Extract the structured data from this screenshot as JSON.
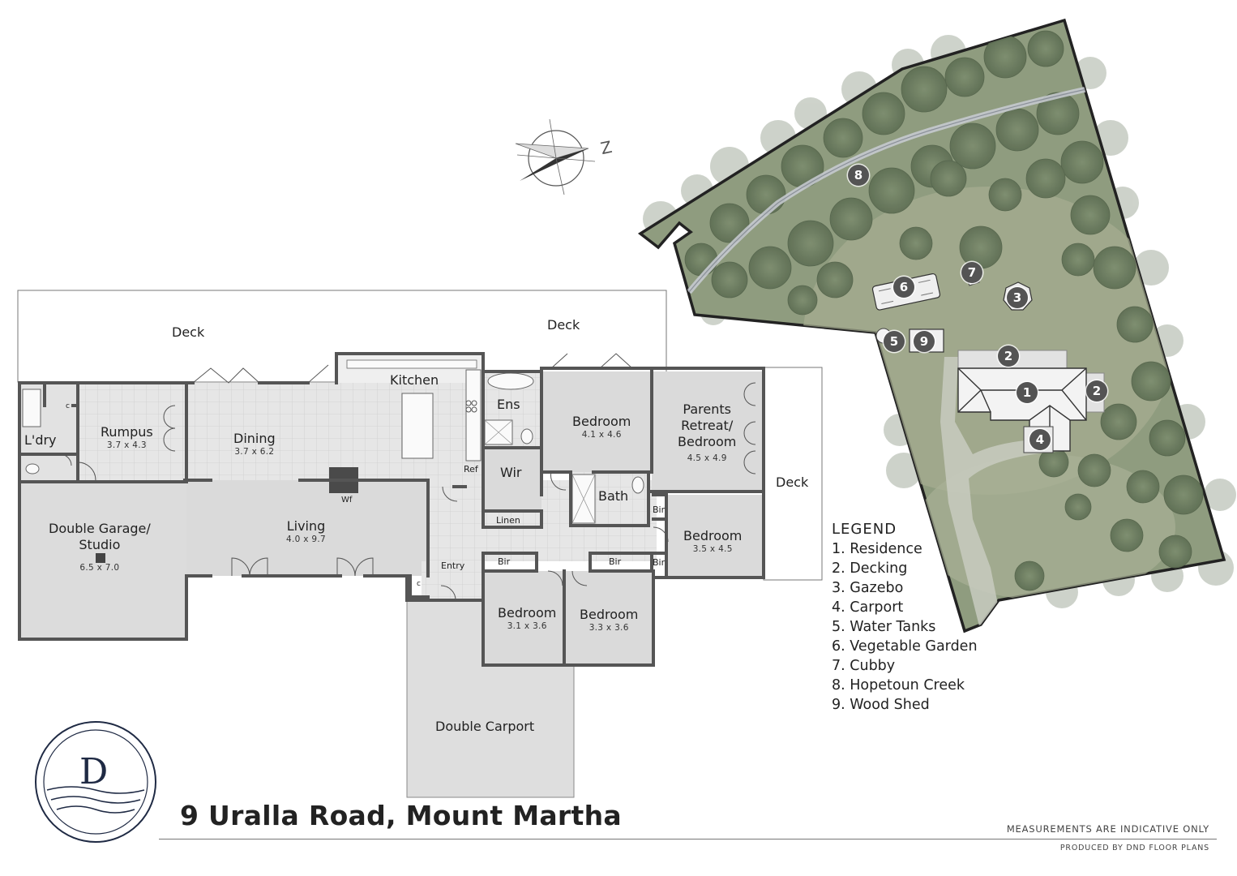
{
  "colors": {
    "wall": "#555555",
    "room_fill": "#dcdcdc",
    "tile_fill": "#e4e4e4",
    "site_fill": "#8c9a78",
    "tree_fill": "#6d7d62",
    "marker": "#545454"
  },
  "plan": {
    "rooms": {
      "deck_north": {
        "name": "Deck"
      },
      "deck_north_right": {
        "name": "Deck"
      },
      "deck_east": {
        "name": "Deck"
      },
      "kitchen": {
        "name": "Kitchen"
      },
      "rumpus": {
        "name": "Rumpus",
        "dim": "3.7 x 4.3"
      },
      "laundry": {
        "name": "L'dry"
      },
      "dining": {
        "name": "Dining",
        "dim": "3.7 x 6.2"
      },
      "ens": {
        "name": "Ens"
      },
      "bedroom_1": {
        "name": "Bedroom",
        "dim": "4.1 x 4.6"
      },
      "parents": {
        "name_1": "Parents",
        "name_2": "Retreat/",
        "name_3": "Bedroom",
        "dim": "4.5 x 4.9"
      },
      "garage": {
        "name_1": "Double Garage/",
        "name_2": "Studio",
        "dim": "6.5 x 7.0"
      },
      "living": {
        "name": "Living",
        "dim": "4.0 x 9.7"
      },
      "wir": {
        "name": "Wir"
      },
      "bath": {
        "name": "Bath"
      },
      "bedroom_2": {
        "name": "Bedroom",
        "dim": "3.5 x 4.5"
      },
      "bedroom_3": {
        "name": "Bedroom",
        "dim": "3.1 x 3.6"
      },
      "bedroom_4": {
        "name": "Bedroom",
        "dim": "3.3 x 3.6"
      },
      "carport": {
        "name": "Double Carport"
      }
    },
    "labels": {
      "wf": "Wf",
      "ref": "Ref",
      "linen": "Linen",
      "entry": "Entry",
      "bir_1": "Bir",
      "bir_2": "Bir",
      "bir_3": "Bir",
      "bir_4": "Bir",
      "c_1": "c",
      "c_2": "c"
    }
  },
  "compass": {
    "letter": "Z"
  },
  "site": {
    "markers": [
      "1",
      "2",
      "2",
      "3",
      "4",
      "5",
      "6",
      "7",
      "8",
      "9"
    ]
  },
  "legend": {
    "title": "LEGEND",
    "items": [
      "1. Residence",
      "2. Decking",
      "3. Gazebo",
      "4. Carport",
      "5. Water Tanks",
      "6. Vegetable Garden",
      "7. Cubby",
      "8. Hopetoun Creek",
      "9. Wood Shed"
    ]
  },
  "logo": {
    "letter": "D"
  },
  "footer": {
    "address": "9 Uralla Road, Mount Martha",
    "disclaimer": "MEASUREMENTS ARE INDICATIVE ONLY",
    "producer": "PRODUCED BY DND FLOOR PLANS"
  }
}
